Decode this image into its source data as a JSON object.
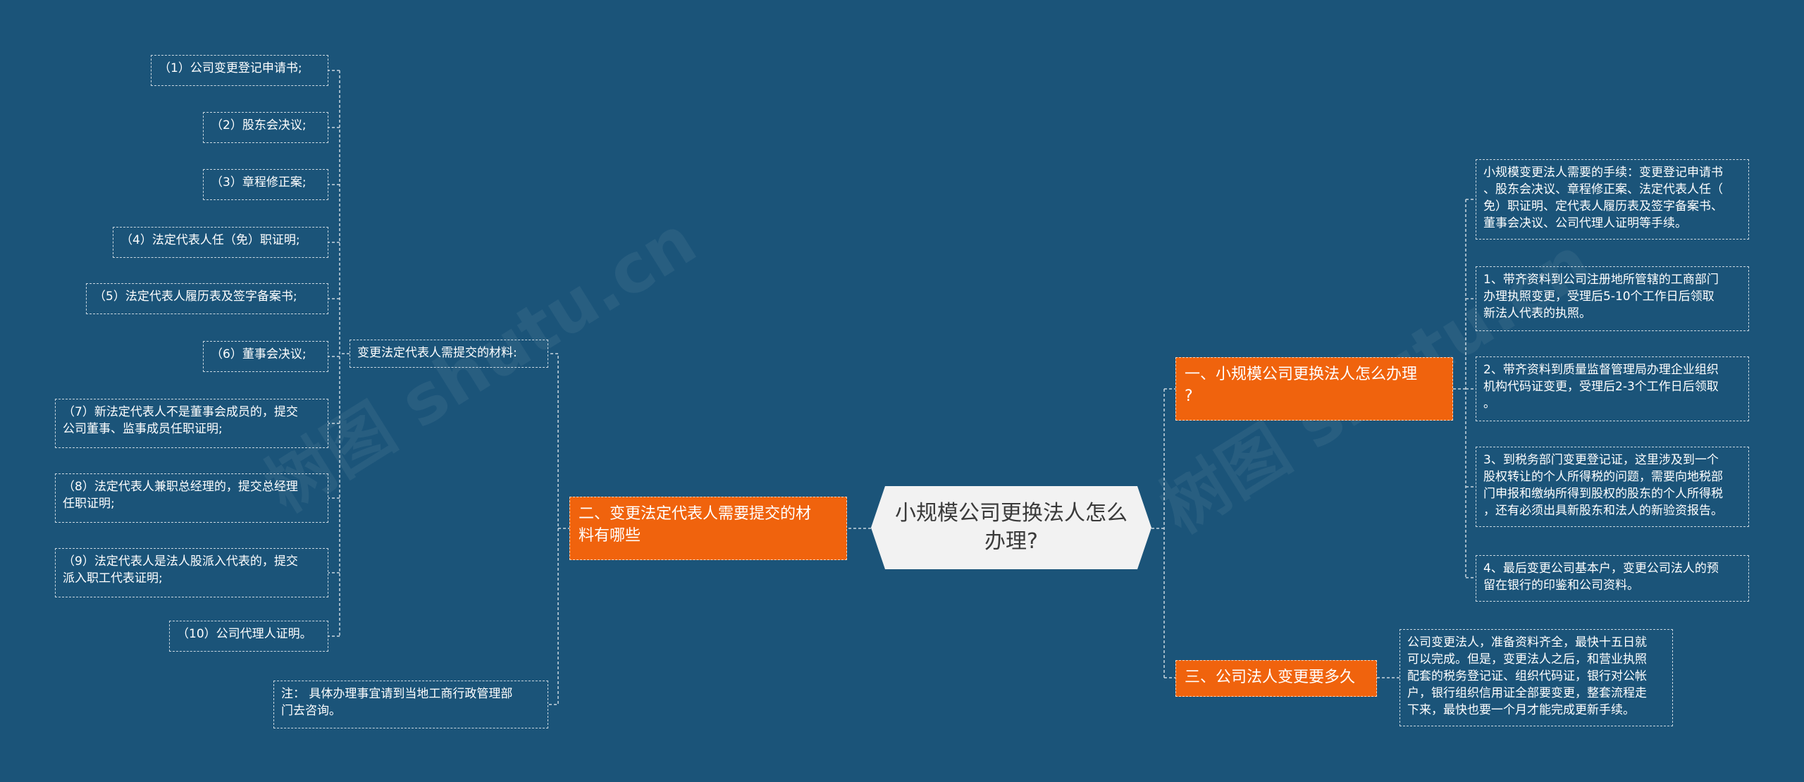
{
  "center": {
    "title": "小规模公司更换法人怎么\n办理?"
  },
  "left_branch": {
    "label": "二、变更法定代表人需要提交的材\n料有哪些",
    "group_label": "变更法定代表人需提交的材料:",
    "materials": [
      "（1）公司变更登记申请书;",
      "（2）股东会决议;",
      "（3）章程修正案;",
      "（4）法定代表人任（免）职证明;",
      "（5）法定代表人履历表及签字备案书;",
      "（6）董事会决议;",
      "（7）新法定代表人不是董事会成员的，提交\n公司董事、监事成员任职证明;",
      "（8）法定代表人兼职总经理的，提交总经理\n任职证明;",
      "（9）法定代表人是法人股派入代表的，提交\n派入职工代表证明;",
      "（10）公司代理人证明。"
    ],
    "note": "注：  具体办理事宜请到当地工商行政管理部\n门去咨询。"
  },
  "right_branch_1": {
    "label": "一、小规模公司更换法人怎么办理\n?",
    "items": [
      "小规模变更法人需要的手续：变更登记申请书\n、股东会决议、章程修正案、法定代表人任（\n免）职证明、定代表人履历表及签字备案书、\n董事会决议、公司代理人证明等手续。",
      "1、带齐资料到公司注册地所管辖的工商部门\n办理执照变更，受理后5-10个工作日后领取\n新法人代表的执照。",
      "2、带齐资料到质量监督管理局办理企业组织\n机构代码证变更，受理后2-3个工作日后领取\n。",
      "3、到税务部门变更登记证，这里涉及到一个\n股权转让的个人所得税的问题，需要向地税部\n门申报和缴纳所得到股权的股东的个人所得税\n，还有必须出具新股东和法人的新验资报告。",
      "4、最后变更公司基本户，变更公司法人的预\n留在银行的印鉴和公司资料。"
    ]
  },
  "right_branch_3": {
    "label": "三、公司法人变更要多久",
    "detail": "公司变更法人，准备资料齐全，最快十五日就\n可以完成。但是，变更法人之后，和营业执照\n配套的税务登记证、组织代码证，银行对公帐\n户，银行组织信用证全部要变更，整套流程走\n下来，最快也要一个月才能完成更新手续。"
  },
  "watermarks": [
    "树图 shutu.cn",
    "树图 shutu.cn"
  ],
  "colors": {
    "background": "#1b5479",
    "branch": "#f0630d",
    "center": "#f2f2f2",
    "line": "#c9d6df"
  }
}
